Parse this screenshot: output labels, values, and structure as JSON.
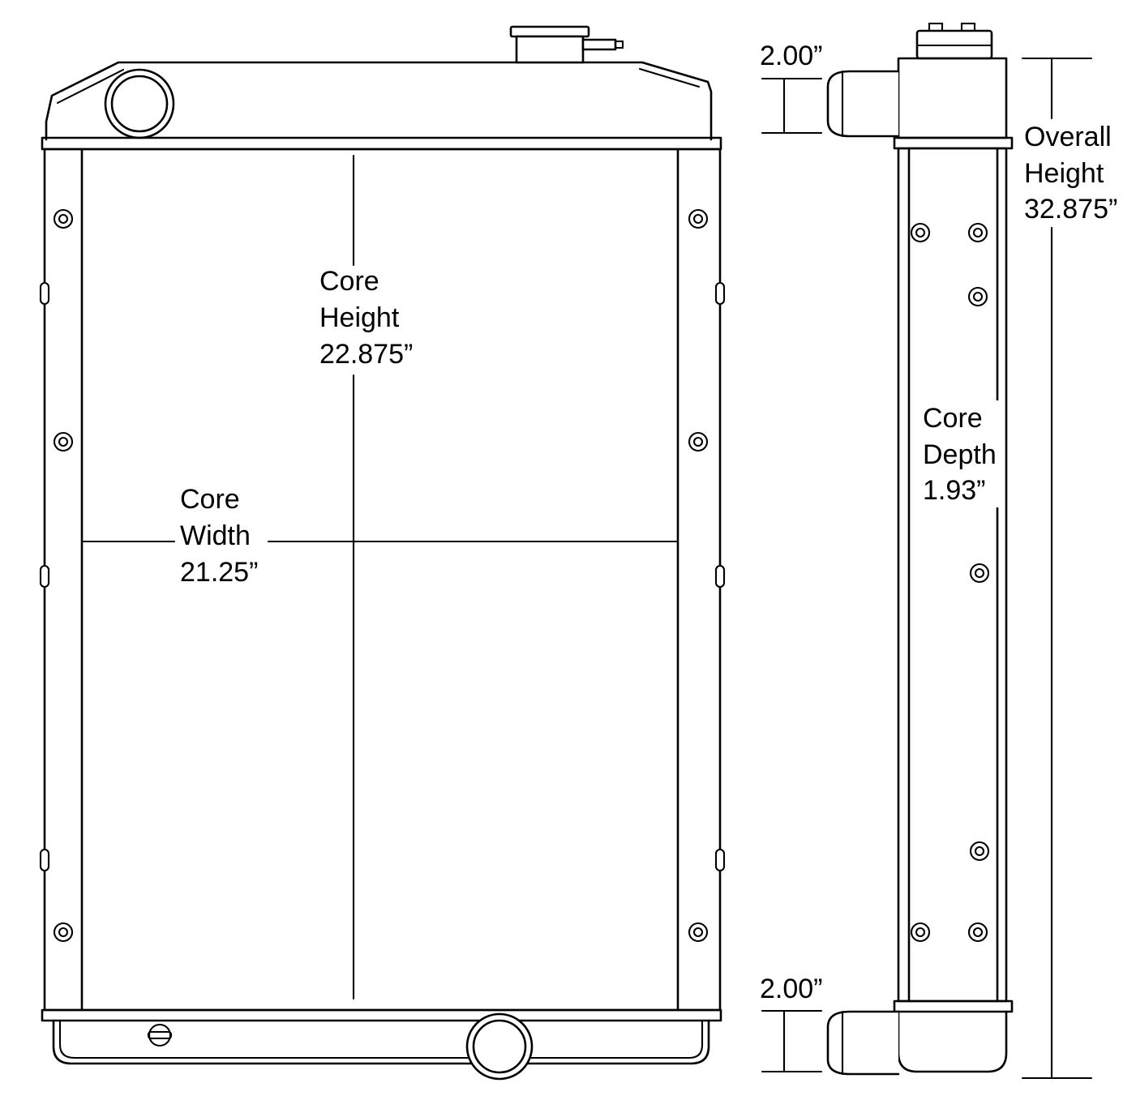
{
  "colors": {
    "line": "#000000",
    "background": "#ffffff"
  },
  "annotations": {
    "core_height": [
      "Core",
      "Height",
      "22.875”"
    ],
    "core_width": [
      "Core",
      "Width",
      "21.25”"
    ],
    "core_depth": [
      "Core",
      "Depth",
      "1.93”"
    ],
    "overall_height": [
      "Overall",
      "Height",
      "32.875”"
    ],
    "top_hose_dim": "2.00”",
    "bottom_hose_dim": "2.00”"
  }
}
